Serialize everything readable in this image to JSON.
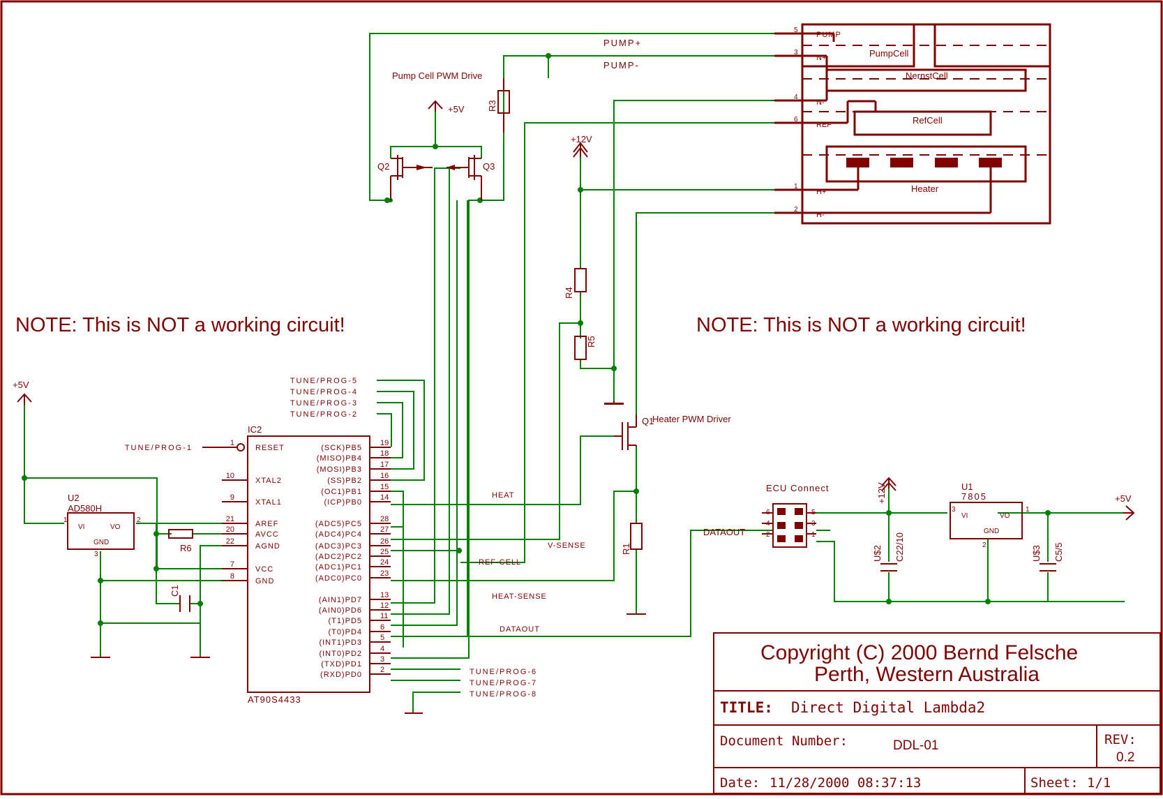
{
  "notes": {
    "left": "NOTE: This is NOT a working circuit!",
    "right": "NOTE: This is NOT a working circuit!"
  },
  "title_block": {
    "copyright_line1": "Copyright (C) 2000 Bernd Felsche",
    "copyright_line2": "Perth, Western Australia",
    "title_label": "TITLE:",
    "title_value": "Direct Digital Lambda2",
    "docnum_label": "Document Number:",
    "docnum_value": "DDL-01",
    "rev_label": "REV:",
    "rev_value": "0.2",
    "date_label": "Date:",
    "date_value": "11/28/2000 08:37:13",
    "sheet_label": "Sheet:",
    "sheet_value": "1/1"
  },
  "sensor": {
    "pin_labels": [
      "PUMP",
      "N+",
      "N-",
      "REF",
      "H+",
      "H-"
    ],
    "pin_numbers": [
      "5",
      "3",
      "4",
      "6",
      "1",
      "2"
    ],
    "cells": [
      "PumpCell",
      "NernstCell",
      "RefCell",
      "Heater"
    ]
  },
  "nets": {
    "pump_plus": "PUMP+",
    "pump_minus": "PUMP-",
    "heat": "HEAT",
    "v_sense": "V-SENSE",
    "ref_cell": "REF-CELL",
    "heat_sense": "HEAT-SENSE",
    "dataout": "DATAOUT",
    "dataout_conn": "DATAOUT"
  },
  "labels": {
    "pump_drive": "Pump Cell PWM Drive",
    "heater_driver": "Heater PWM Driver",
    "plus5v": "+5V",
    "plus12v": "+12V"
  },
  "components": {
    "r3": "R3",
    "q2": "Q2",
    "q3": "Q3",
    "r4": "R4",
    "r5": "R5",
    "q1": "Q1",
    "r1": "R1",
    "r6": "R6",
    "c1": "C1",
    "u2_name": "U2",
    "u2_value": "AD580H",
    "u2_vi": "VI",
    "u2_vo": "VO",
    "u2_gnd": "GND",
    "u1_name": "U1",
    "u1_value": "7805",
    "u1_vi": "VI",
    "u1_vo": "VO",
    "u1_gnd": "GND",
    "ecu": "ECU Connect",
    "c2_name": "U$2",
    "c2_value": "C22/10",
    "c3_name": "U$3",
    "c3_value": "C5/5"
  },
  "ic": {
    "name": "IC2",
    "part": "AT90S4433",
    "left_pins": [
      {
        "name": "RESET",
        "num": "1"
      },
      {
        "name": "XTAL2",
        "num": "10"
      },
      {
        "name": "XTAL1",
        "num": "9"
      },
      {
        "name": "AREF",
        "num": "21"
      },
      {
        "name": "AVCC",
        "num": "20"
      },
      {
        "name": "AGND",
        "num": "22"
      },
      {
        "name": "VCC",
        "num": "7"
      },
      {
        "name": "GND",
        "num": "8"
      }
    ],
    "right_pins": [
      {
        "name": "(SCK)PB5",
        "num": "19"
      },
      {
        "name": "(MISO)PB4",
        "num": "18"
      },
      {
        "name": "(MOSI)PB3",
        "num": "17"
      },
      {
        "name": "(SS)PB2",
        "num": "16"
      },
      {
        "name": "(OC1)PB1",
        "num": "15"
      },
      {
        "name": "(ICP)PB0",
        "num": "14"
      },
      {
        "name": "(ADC5)PC5",
        "num": "28"
      },
      {
        "name": "(ADC4)PC4",
        "num": "27"
      },
      {
        "name": "(ADC3)PC3",
        "num": "26"
      },
      {
        "name": "(ADC2)PC2",
        "num": "25"
      },
      {
        "name": "(ADC1)PC1",
        "num": "24"
      },
      {
        "name": "(ADC0)PC0",
        "num": "23"
      },
      {
        "name": "(AIN1)PD7",
        "num": "13"
      },
      {
        "name": "(AIN0)PD6",
        "num": "12"
      },
      {
        "name": "(T1)PD5",
        "num": "11"
      },
      {
        "name": "(T0)PD4",
        "num": "6"
      },
      {
        "name": "(INT1)PD3",
        "num": "5"
      },
      {
        "name": "(INT0)PD2",
        "num": "4"
      },
      {
        "name": "(TXD)PD1",
        "num": "3"
      },
      {
        "name": "(RXD)PD0",
        "num": "2"
      }
    ]
  },
  "tune": {
    "p1": "TUNE/PROG-1",
    "p2": "TUNE/PROG-2",
    "p3": "TUNE/PROG-3",
    "p4": "TUNE/PROG-4",
    "p5": "TUNE/PROG-5",
    "p6": "TUNE/PROG-6",
    "p7": "TUNE/PROG-7",
    "p8": "TUNE/PROG-8"
  },
  "ecu_pins": [
    "6",
    "5",
    "4",
    "3",
    "2",
    "1"
  ],
  "u2_pins": [
    "1",
    "2",
    "3"
  ],
  "u1_pins": [
    "3",
    "1",
    "2"
  ],
  "colors": {
    "symbol": "#800000",
    "wire": "#008000",
    "frame": "#800000"
  }
}
